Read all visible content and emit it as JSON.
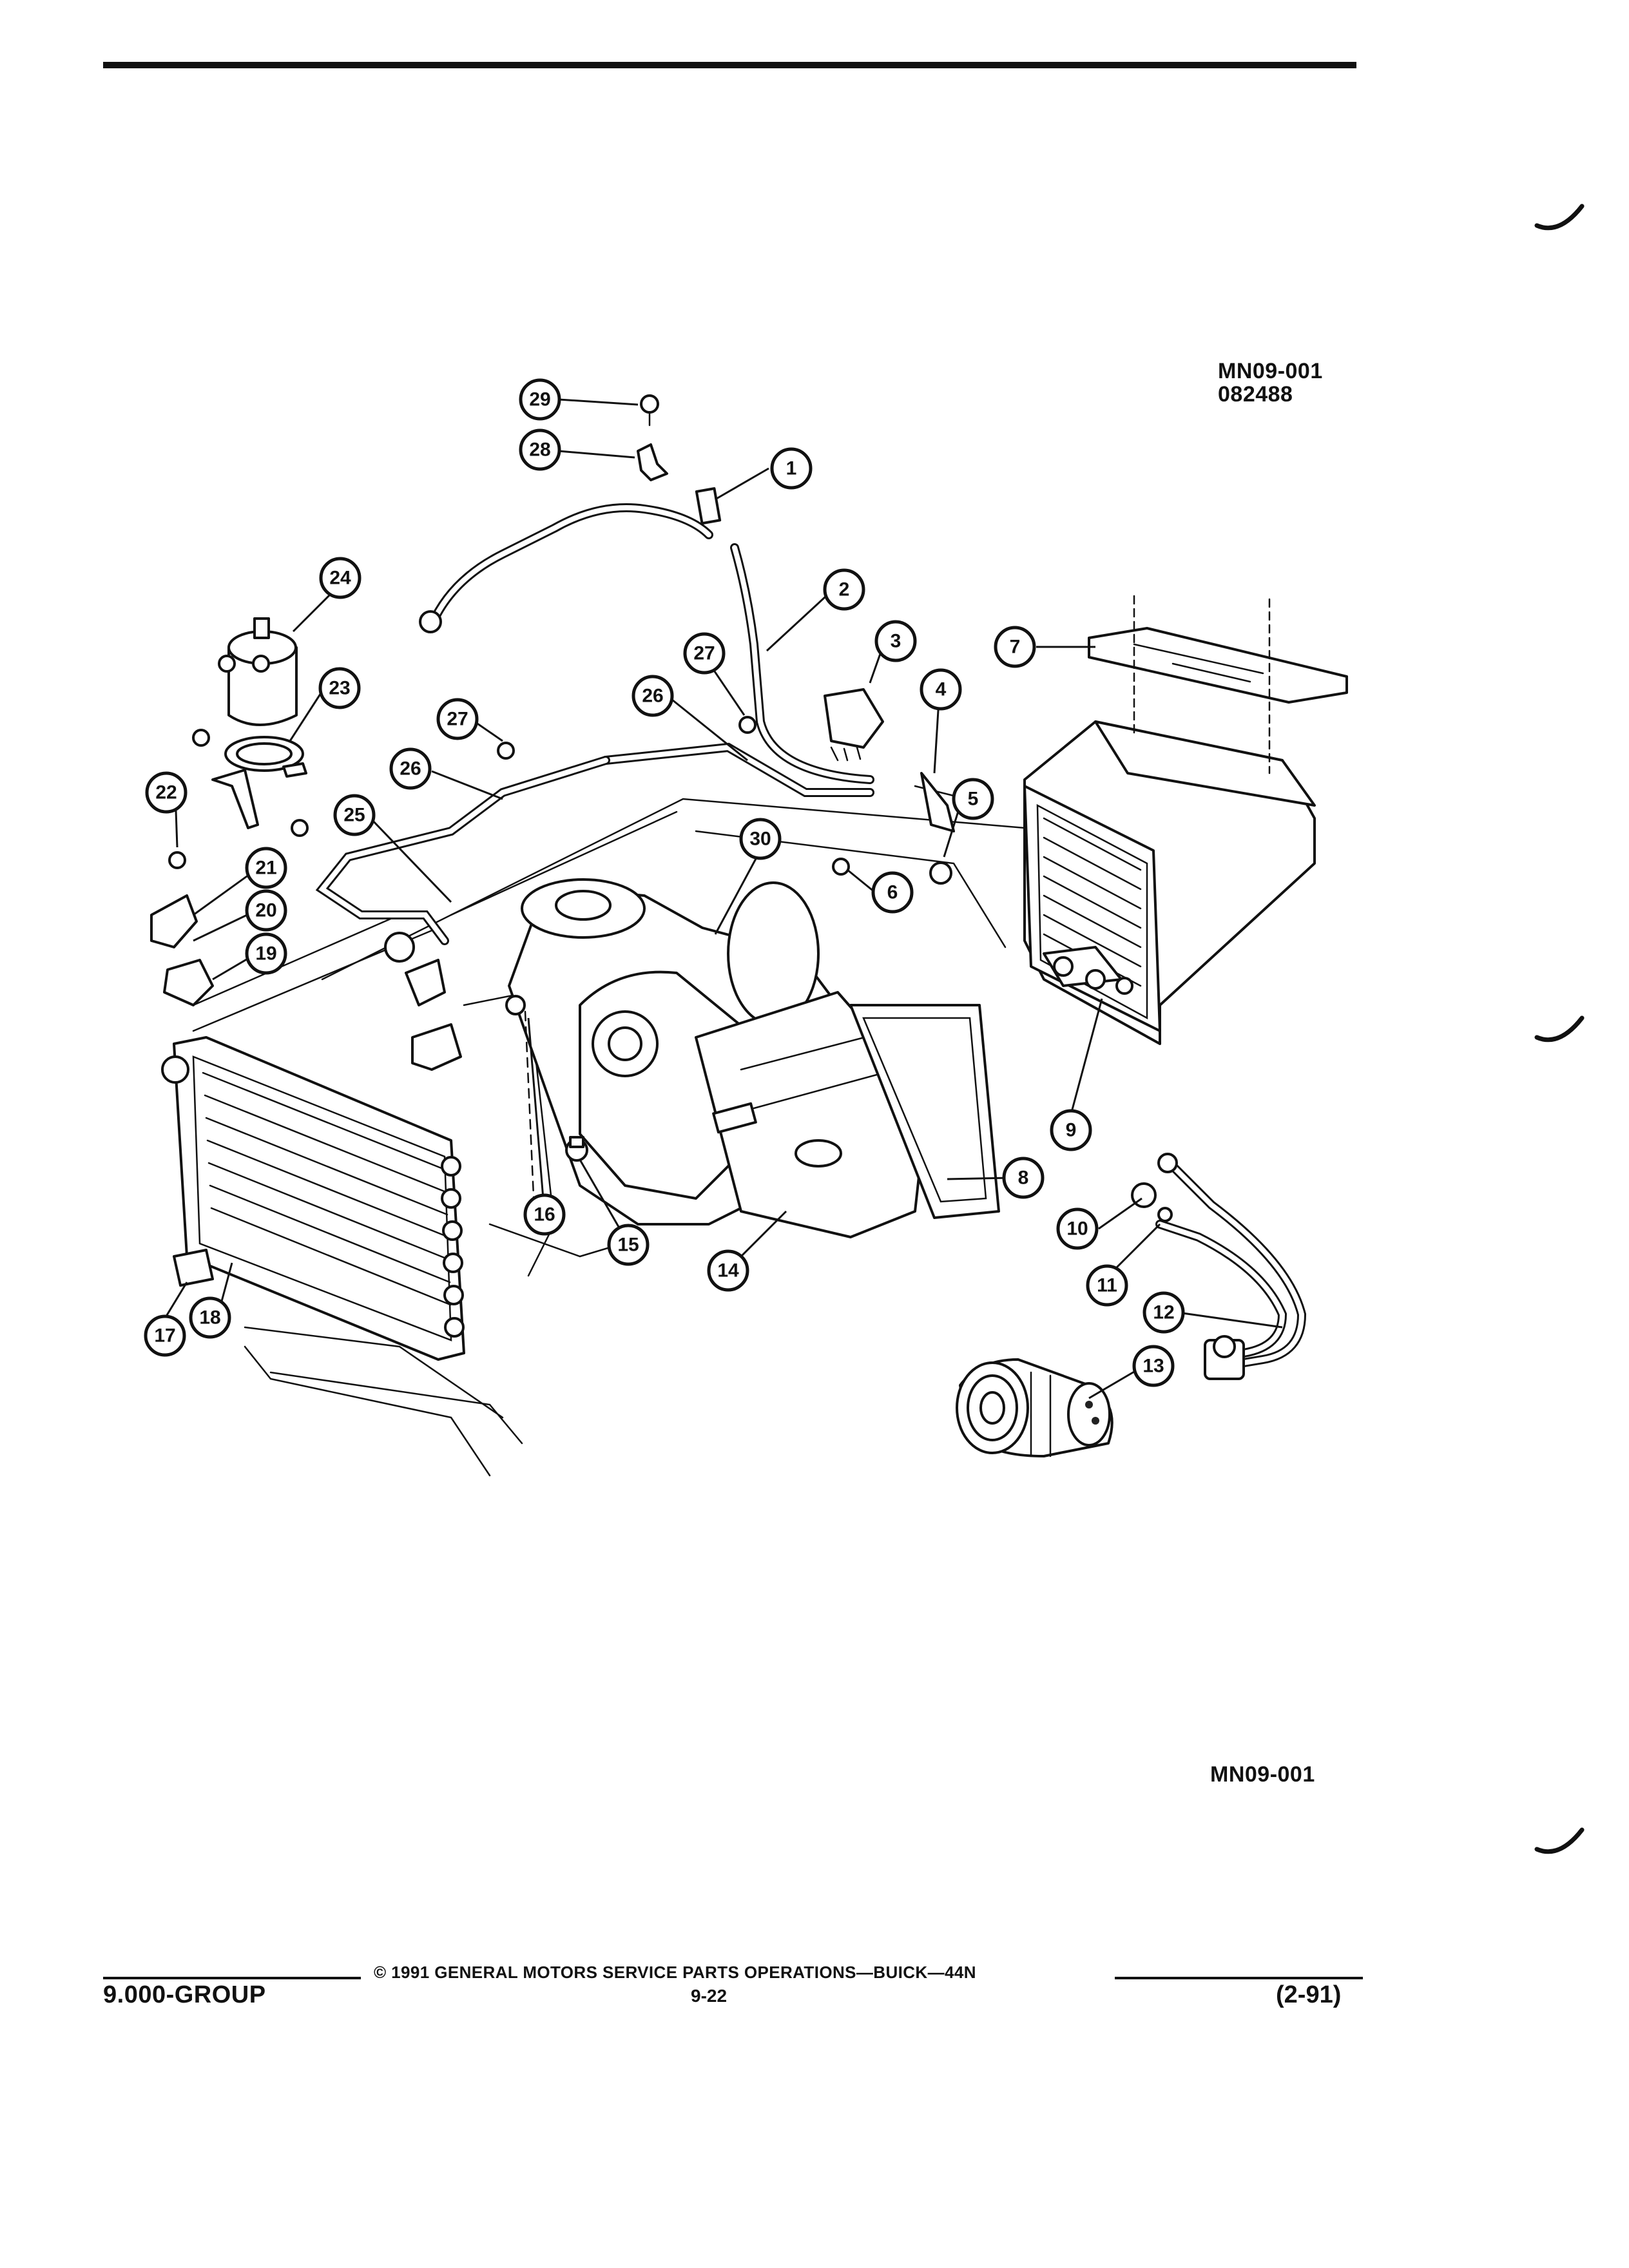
{
  "header": {
    "figure_code": "MN09-001",
    "figure_date": "082488"
  },
  "diagram": {
    "callouts": [
      {
        "num": "1"
      },
      {
        "num": "2"
      },
      {
        "num": "3"
      },
      {
        "num": "4"
      },
      {
        "num": "5"
      },
      {
        "num": "6"
      },
      {
        "num": "7"
      },
      {
        "num": "8"
      },
      {
        "num": "9"
      },
      {
        "num": "10"
      },
      {
        "num": "11"
      },
      {
        "num": "12"
      },
      {
        "num": "13"
      },
      {
        "num": "14"
      },
      {
        "num": "15"
      },
      {
        "num": "16"
      },
      {
        "num": "17"
      },
      {
        "num": "18"
      },
      {
        "num": "19"
      },
      {
        "num": "20"
      },
      {
        "num": "21"
      },
      {
        "num": "22"
      },
      {
        "num": "23"
      },
      {
        "num": "24"
      },
      {
        "num": "25"
      },
      {
        "num": "26"
      },
      {
        "num": "27"
      },
      {
        "num": "28"
      },
      {
        "num": "29"
      },
      {
        "num": "30"
      },
      {
        "num": "27"
      },
      {
        "num": "26"
      }
    ]
  },
  "bottom_code": "MN09-001",
  "footer": {
    "copyright": "© 1991 GENERAL MOTORS SERVICE PARTS OPERATIONS—BUICK—44N",
    "section": "9.000-GROUP",
    "page": "9-22",
    "revision": "(2-91)"
  }
}
